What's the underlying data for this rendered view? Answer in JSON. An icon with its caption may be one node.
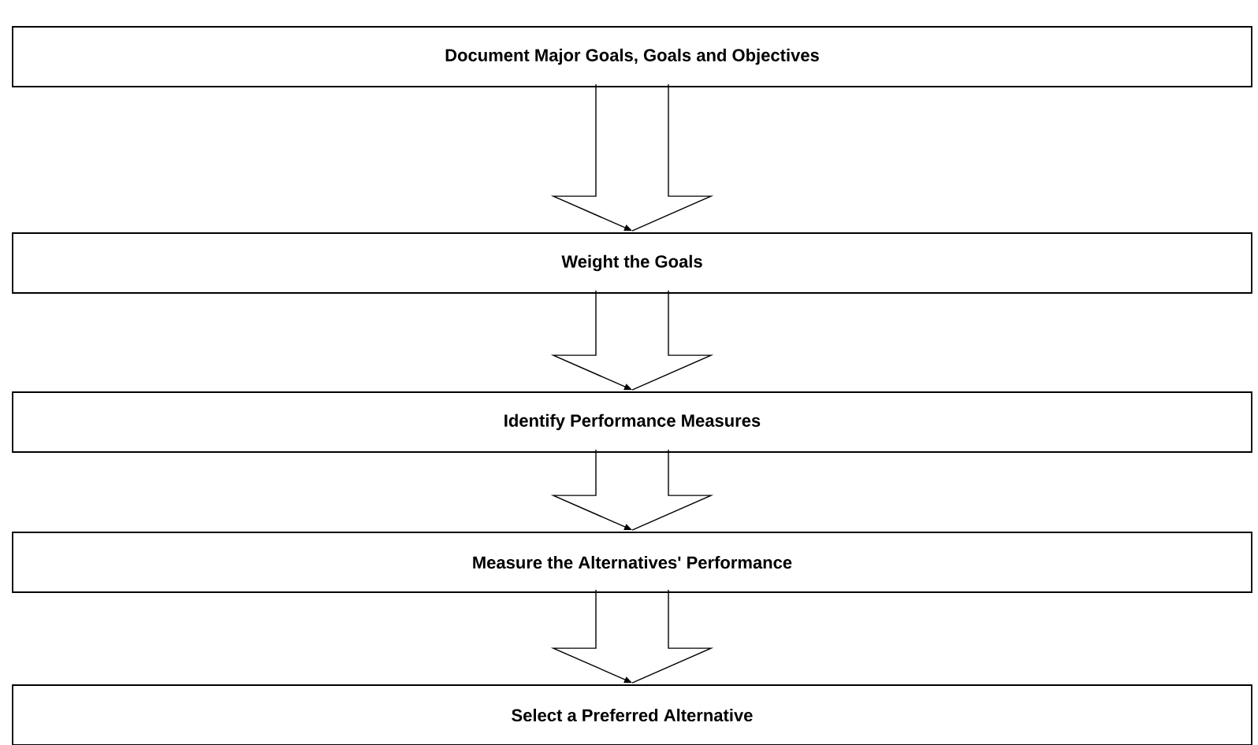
{
  "diagram": {
    "nodes": [
      {
        "text": [
          "Document Major Goals, Goals and Objectives"
        ]
      },
      {
        "text": [
          "Weight the Goals"
        ]
      },
      {
        "text": [
          "Identify Performance Measures"
        ]
      },
      {
        "text": [
          "Measure the Alternatives' Performance"
        ]
      },
      {
        "text": [
          "Select a Preferred Alternative"
        ]
      }
    ],
    "edges": [
      {
        "from": 0,
        "to": 1,
        "arrow": "to"
      },
      {
        "from": 1,
        "to": 2,
        "arrow": "to"
      },
      {
        "from": 2,
        "to": 3,
        "arrow": "to"
      },
      {
        "from": 3,
        "to": 4,
        "arrow": "to"
      }
    ]
  }
}
